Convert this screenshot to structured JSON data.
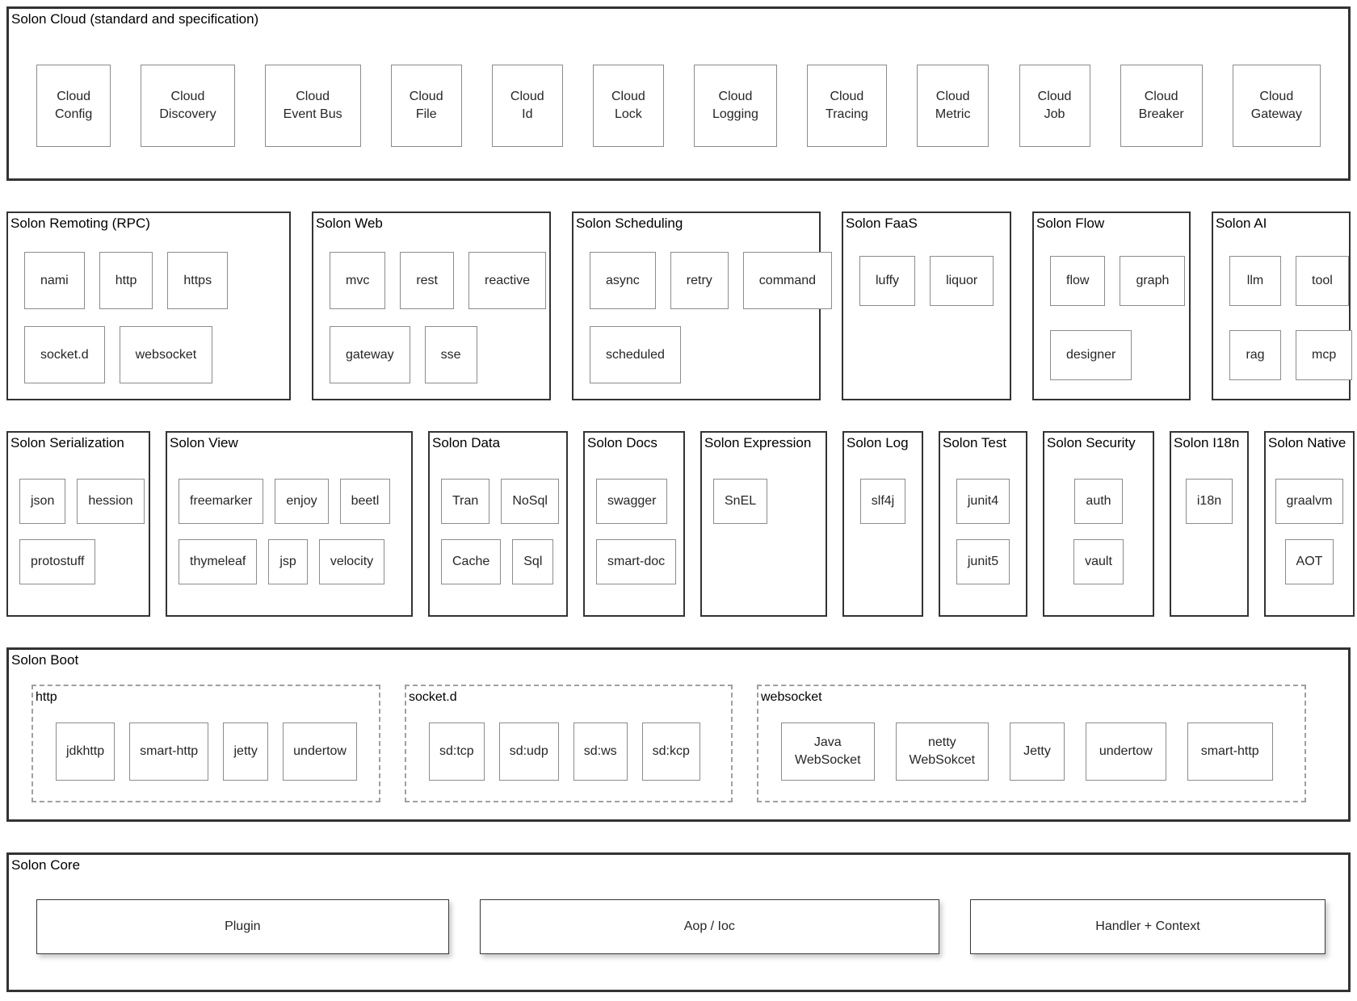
{
  "colors": {
    "section_border": "#333333",
    "item_border": "#8c8c8c",
    "dashed_border": "#a0a0a0",
    "background": "#ffffff",
    "text": "#1c1c1c"
  },
  "sections": {
    "cloud": {
      "title": "Solon Cloud (standard and specification)",
      "rows": [
        [
          "Cloud\nConfig",
          "Cloud\nDiscovery",
          "Cloud\nEvent Bus",
          "Cloud\nFile",
          "Cloud\nId",
          "Cloud\nLock",
          "Cloud\nLogging",
          "Cloud\nTracing",
          "Cloud\nMetric",
          "Cloud\nJob",
          "Cloud\nBreaker",
          "Cloud\nGateway"
        ]
      ]
    },
    "remoting": {
      "title": "Solon Remoting (RPC)",
      "rows": [
        [
          "nami",
          "http",
          "https"
        ],
        [
          "socket.d",
          "websocket"
        ]
      ]
    },
    "web": {
      "title": "Solon Web",
      "rows": [
        [
          "mvc",
          "rest",
          "reactive"
        ],
        [
          "gateway",
          "sse"
        ]
      ]
    },
    "scheduling": {
      "title": "Solon Scheduling",
      "rows": [
        [
          "async",
          "retry",
          "command"
        ],
        [
          "scheduled"
        ]
      ]
    },
    "faas": {
      "title": "Solon FaaS",
      "rows": [
        [
          "luffy",
          "liquor"
        ]
      ]
    },
    "flow": {
      "title": "Solon Flow",
      "rows": [
        [
          "flow",
          "graph"
        ],
        [
          "designer"
        ]
      ]
    },
    "ai": {
      "title": "Solon AI",
      "rows": [
        [
          "llm",
          "tool"
        ],
        [
          "rag",
          "mcp"
        ]
      ]
    },
    "serialization": {
      "title": "Solon Serialization",
      "rows": [
        [
          "json",
          "hession"
        ],
        [
          "protostuff"
        ]
      ]
    },
    "view": {
      "title": "Solon View",
      "rows": [
        [
          "freemarker",
          "enjoy",
          "beetl"
        ],
        [
          "thymeleaf",
          "jsp",
          "velocity"
        ]
      ]
    },
    "data": {
      "title": "Solon Data",
      "rows": [
        [
          "Tran",
          "NoSql"
        ],
        [
          "Cache",
          "Sql"
        ]
      ]
    },
    "docs": {
      "title": "Solon Docs",
      "rows": [
        [
          "swagger"
        ],
        [
          "smart-doc"
        ]
      ]
    },
    "expression": {
      "title": "Solon Expression",
      "rows": [
        [
          "SnEL"
        ]
      ]
    },
    "log": {
      "title": "Solon Log",
      "rows": [
        [
          "slf4j"
        ]
      ]
    },
    "test": {
      "title": "Solon Test",
      "rows": [
        [
          "junit4"
        ],
        [
          "junit5"
        ]
      ]
    },
    "security": {
      "title": "Solon Security",
      "rows": [
        [
          "auth"
        ],
        [
          "vault"
        ]
      ]
    },
    "i18n": {
      "title": "Solon I18n",
      "rows": [
        [
          "i18n"
        ]
      ]
    },
    "native": {
      "title": "Solon Native",
      "rows": [
        [
          "graalvm"
        ],
        [
          "AOT"
        ]
      ]
    },
    "boot": {
      "title": "Solon Boot",
      "groups": {
        "http": {
          "title": "http",
          "rows": [
            [
              "jdkhttp",
              "smart-http",
              "jetty",
              "undertow"
            ]
          ]
        },
        "socketd": {
          "title": "socket.d",
          "rows": [
            [
              "sd:tcp",
              "sd:udp",
              "sd:ws",
              "sd:kcp"
            ]
          ]
        },
        "websocket": {
          "title": "websocket",
          "rows": [
            [
              "Java\nWebSocket",
              "netty\nWebSokcet",
              "Jetty",
              "undertow",
              "smart-http"
            ]
          ]
        }
      }
    },
    "core": {
      "title": "Solon Core",
      "rows": [
        [
          "Plugin",
          "Aop / Ioc",
          "Handler + Context"
        ]
      ]
    }
  }
}
